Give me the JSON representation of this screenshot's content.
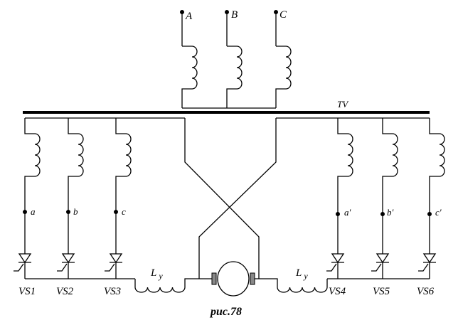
{
  "phases": [
    "A",
    "B",
    "C"
  ],
  "transformer": "TV",
  "secondary_left": [
    "a",
    "b",
    "c"
  ],
  "secondary_right": [
    "a′",
    "b′",
    "c′"
  ],
  "thyristors_left": [
    "VS1",
    "VS2",
    "VS3"
  ],
  "thyristors_right": [
    "VS4",
    "VS5",
    "VS6"
  ],
  "inductor_left": "L",
  "inductor_right": "L",
  "inductor_sub": "y",
  "caption": "рис.78"
}
